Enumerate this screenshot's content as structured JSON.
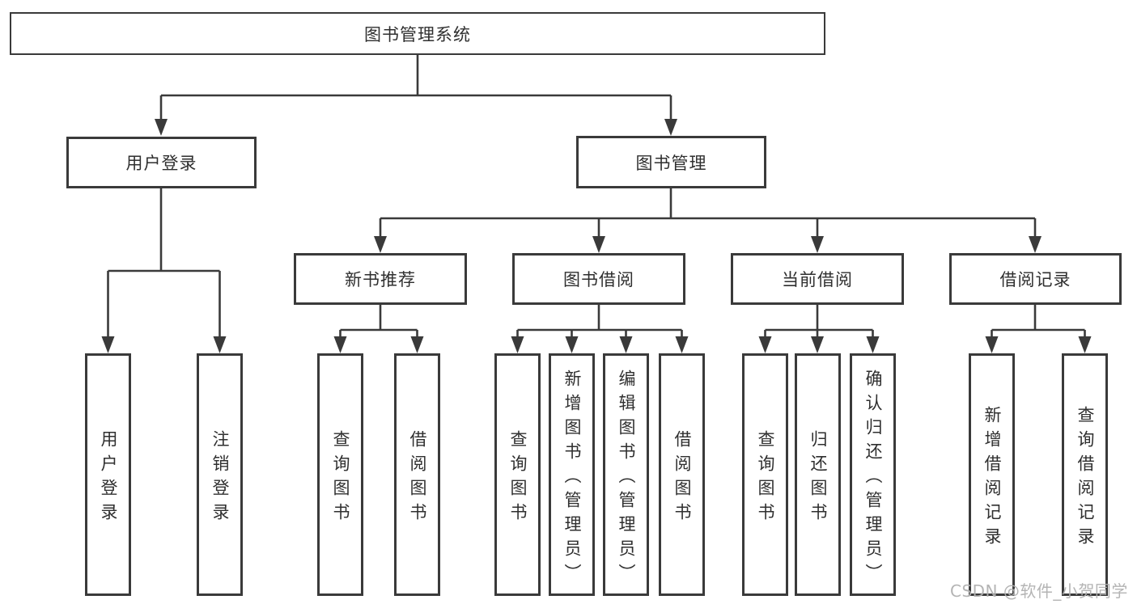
{
  "diagram": {
    "root": {
      "label": "图书管理系统"
    },
    "branches": [
      {
        "label": "用户登录",
        "children": [
          {
            "label": "用户登录"
          },
          {
            "label": "注销登录"
          }
        ]
      },
      {
        "label": "图书管理",
        "groups": [
          {
            "label": "新书推荐",
            "children": [
              {
                "label": "查询图书"
              },
              {
                "label": "借阅图书"
              }
            ]
          },
          {
            "label": "图书借阅",
            "children": [
              {
                "label": "查询图书"
              },
              {
                "label": "新增图书（管理员）"
              },
              {
                "label": "编辑图书（管理员）"
              },
              {
                "label": "借阅图书"
              }
            ]
          },
          {
            "label": "当前借阅",
            "children": [
              {
                "label": "查询图书"
              },
              {
                "label": "归还图书"
              },
              {
                "label": "确认归还（管理员）"
              }
            ]
          },
          {
            "label": "借阅记录",
            "children": [
              {
                "label": "新增借阅记录"
              },
              {
                "label": "查询借阅记录"
              }
            ]
          }
        ]
      }
    ]
  },
  "watermark": {
    "text": "CSDN @软件_小贺同学"
  },
  "colors": {
    "line": "#3a3a3a",
    "text": "#2f2f2f",
    "box_background": "#ffffff",
    "watermark": "#b0b0b0",
    "background": "#ffffff"
  }
}
